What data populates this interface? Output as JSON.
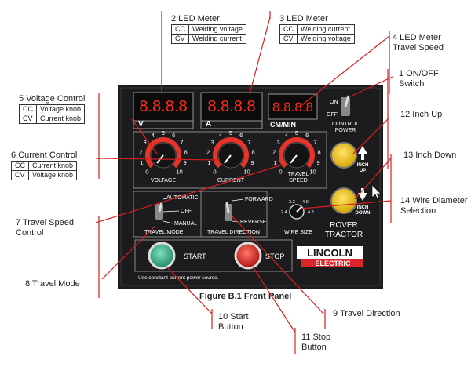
{
  "caption": "Figure B.1 Front Panel",
  "callouts": {
    "c2": {
      "title": "2 LED Meter",
      "rows": [
        [
          "CC",
          "Welding voltage"
        ],
        [
          "CV",
          "Welding current"
        ]
      ]
    },
    "c3": {
      "title": "3 LED Meter",
      "rows": [
        [
          "CC",
          "Welding current"
        ],
        [
          "CV",
          "Welding voltage"
        ]
      ]
    },
    "c4": {
      "title": "4 LED Meter\nTravel Speed"
    },
    "c1": {
      "title": "1 ON/OFF\nSwitch"
    },
    "c5": {
      "title": "5 Voltage Control",
      "rows": [
        [
          "CC",
          "Voltage knob"
        ],
        [
          "CV",
          "Current knob"
        ]
      ]
    },
    "c12": {
      "title": "12 Inch Up"
    },
    "c6": {
      "title": "6 Current Control",
      "rows": [
        [
          "CC",
          "Current knob"
        ],
        [
          "CV",
          "Voltage knob"
        ]
      ]
    },
    "c13": {
      "title": "13 Inch Down"
    },
    "c14": {
      "title": "14  Wire Diameter\nSelection"
    },
    "c7": {
      "title": "7 Travel Speed\nControl"
    },
    "c8": {
      "title": "8 Travel Mode"
    },
    "c9": {
      "title": "9 Travel Direction"
    },
    "c10": {
      "title": "10 Start\nButton"
    },
    "c11": {
      "title": "11 Stop\nButton"
    }
  },
  "panel": {
    "meter_digits": "8.8.8.8",
    "meter_units": [
      "V",
      "A",
      "CM/MIN"
    ],
    "power_on": "ON",
    "power_off": "OFF",
    "control_power": "CONTROL\nPOWER",
    "knob_scale": [
      "0",
      "1",
      "2",
      "3",
      "4",
      "5",
      "6",
      "7",
      "8",
      "9",
      "10"
    ],
    "voltage_label": "VOLTAGE",
    "current_label": "CURRENT",
    "travel_speed_label": "TRAVEL\nSPEED",
    "inch_up": "INCH\nUP",
    "inch_down": "INCH\nDOWN",
    "mode_automatic": "AUTOMATIC",
    "mode_off": "OFF",
    "mode_manual": "MANUAL",
    "travel_mode": "TRAVEL MODE",
    "dir_forward": "FORWARD",
    "dir_reverse": "REVERSE",
    "travel_direction": "TRAVEL DIRECTION",
    "wire_sizes": [
      "2.4",
      "3.2",
      "4.0",
      "4.8"
    ],
    "wire_size": "WIRE SIZE",
    "rover_tractor": "ROVER\nTRACTOR",
    "start": "START",
    "stop": "STOP",
    "brand_top": "LINCOLN",
    "brand_bottom": "ELECTRIC",
    "notice": "Use constant current power source."
  },
  "colors": {
    "panel": "#1c1c1e",
    "led": "#ff2a1a",
    "knob_ring": "#e8332a",
    "start": "#2aa07a",
    "stop": "#e21d1d",
    "inch": "#f2c100",
    "brand": "#d8262b"
  }
}
